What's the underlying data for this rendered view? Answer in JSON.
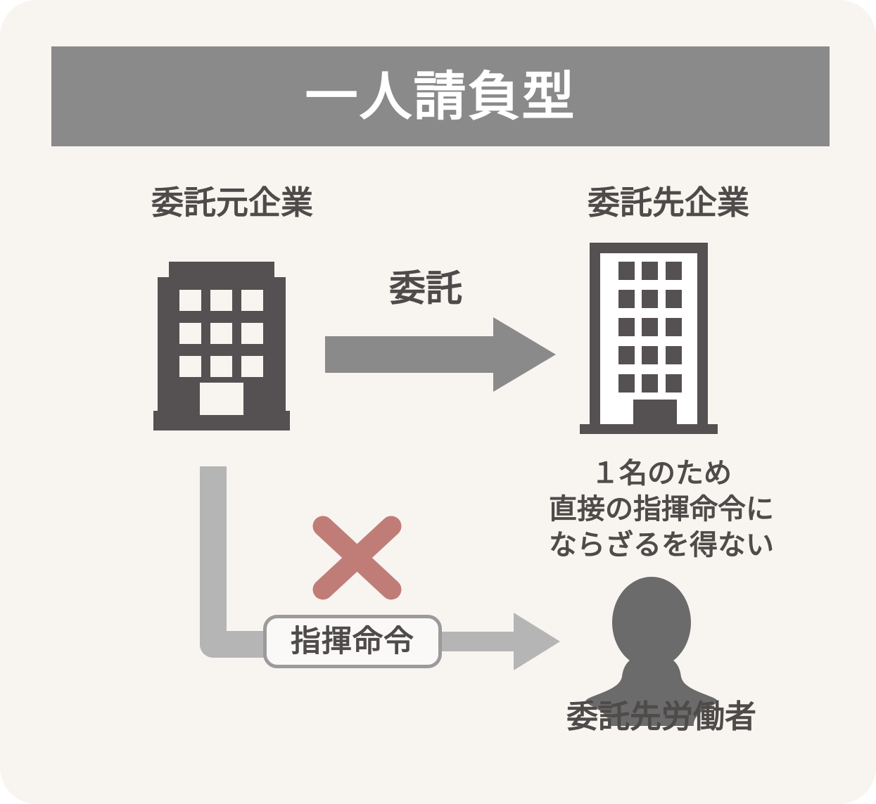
{
  "card": {
    "background_color": "#f8f4f0",
    "corner_radius": "52px"
  },
  "header": {
    "title": "一人請負型",
    "banner_color": "#8a8a8a",
    "title_color": "#ffffff"
  },
  "entities": {
    "client": {
      "label": "委託元企業",
      "icon": "office-building-solid-icon",
      "color": "#555152"
    },
    "vendor": {
      "label": "委託先企業",
      "icon": "office-building-outline-icon",
      "color": "#555152"
    },
    "worker": {
      "label": "委託先労働者",
      "icon": "person-silhouette-icon",
      "color": "#6b6b6b"
    }
  },
  "flows": {
    "commission": {
      "label": "委託",
      "arrow_color": "#8a8a8a",
      "arrow_icon": "right-arrow-icon"
    },
    "command": {
      "label": "指揮命令",
      "arrow_color": "#b5b5b5",
      "connector_icon": "elbow-connector-icon",
      "arrow_icon": "right-arrow-icon",
      "badge_border_color": "#9b9b9b",
      "badge_fill_color": "#fbf9f7"
    },
    "prohibition": {
      "icon": "x-cross-icon",
      "color": "#c07d78"
    }
  },
  "notes": {
    "vendor_note_lines": [
      "１名のため",
      "直接の指揮命令に",
      "ならざるを得ない"
    ]
  },
  "palette": {
    "dark_gray": "#555152",
    "text_gray": "#4e4b4a",
    "mid_gray": "#8a8a8a",
    "light_gray": "#b5b5b5",
    "person_gray": "#6b6b6b",
    "cross_rose": "#c07d78",
    "card_bg": "#f8f4f0"
  }
}
